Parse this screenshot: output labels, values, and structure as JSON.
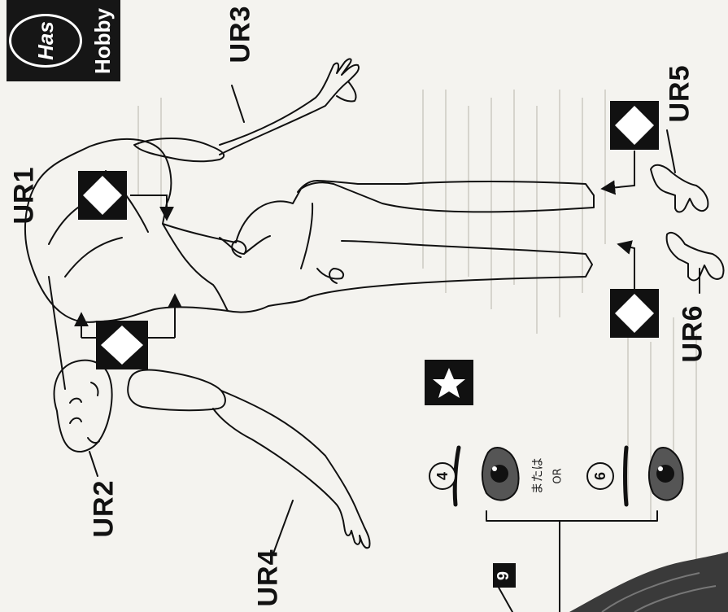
{
  "brand": {
    "logo_text": "Has",
    "hobby_text": "Hobby"
  },
  "parts": {
    "ur1": "UR1",
    "ur2": "UR2",
    "ur3": "UR3",
    "ur4": "UR4",
    "ur5": "UR5",
    "ur6": "UR6"
  },
  "eyes": {
    "option_a": "4",
    "option_b": "6",
    "or_jp": "または",
    "or_en": "OR"
  },
  "step": {
    "number": "9"
  },
  "icons": {
    "glue": "diamond-glue-icon",
    "star": "star-icon"
  }
}
